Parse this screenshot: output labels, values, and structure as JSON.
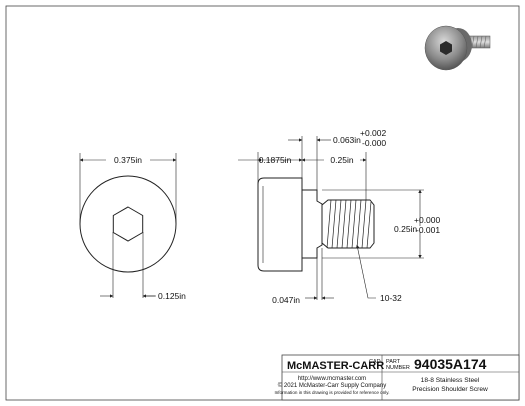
{
  "dimensions": {
    "head_diameter": "0.375in",
    "hex_socket": "0.125in",
    "head_length": "0.1875in",
    "shoulder_length": "0.25in",
    "thread_relief": "0.063in",
    "relief_tol_plus": "+0.002",
    "relief_tol_minus": "-0.000",
    "shoulder_diameter": "0.25in",
    "shoulder_tol_plus": "+0.000",
    "shoulder_tol_minus": "-0.001",
    "undercut": "0.047in",
    "thread": "10-32"
  },
  "title_block": {
    "logo": "McMASTER-CARR",
    "cad_label": "CAD",
    "website": "http://www.mcmaster.com",
    "copyright": "© 2021 McMaster-Carr Supply Company",
    "disclaimer": "Information in this drawing is provided for reference only.",
    "part_label_line1": "PART",
    "part_label_line2": "NUMBER",
    "part_number": "94035A174",
    "description_line1": "18-8 Stainless Steel",
    "description_line2": "Precision Shoulder Screw"
  },
  "colors": {
    "line": "#222222",
    "frame": "#444444"
  }
}
